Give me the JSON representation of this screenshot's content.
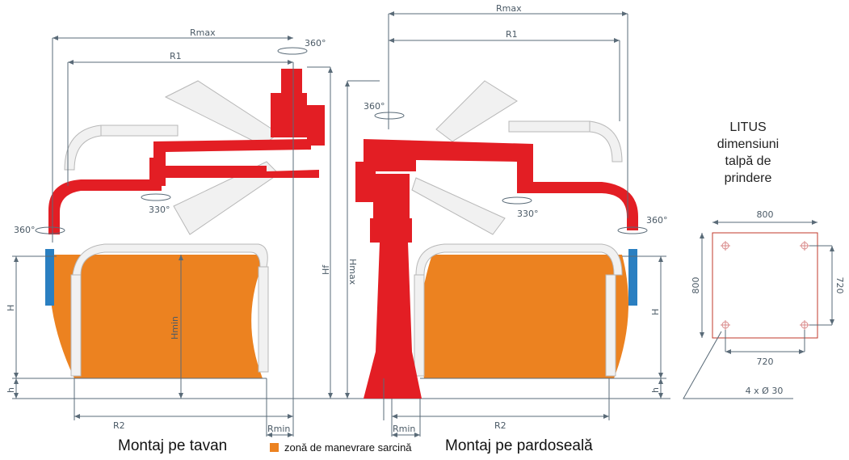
{
  "colors": {
    "machine": "#e31e24",
    "load_zone": "#ec8220",
    "dimension": "#5a6b78",
    "hose": "#2a7fc1"
  },
  "left": {
    "rmax": "Rmax",
    "r1": "R1",
    "rot_top": "360°",
    "rot_mid": "330°",
    "rot_end": "360°",
    "hf": "Hf",
    "hmax": "Hmax",
    "hmin": "Hmin",
    "h_upper": "H",
    "h_lower": "h",
    "r2": "R2",
    "rmin": "Rmin"
  },
  "right": {
    "rmax": "Rmax",
    "r1": "R1",
    "rot_top": "360°",
    "rot_mid": "330°",
    "rot_end": "360°",
    "h_upper": "H",
    "h_lower": "h",
    "r2": "R2",
    "rmin": "Rmin"
  },
  "base_plate": {
    "title_lines": [
      "LITUS",
      "dimensiuni",
      "talpă de",
      "prindere"
    ],
    "width": "800",
    "height": "800",
    "hole_spacing_x": "720",
    "hole_spacing_y": "720",
    "holes": "4 x Ø 30"
  },
  "captions": {
    "ceiling": "Montaj pe tavan",
    "legend": "zonă de manevrare sarcină",
    "floor": "Montaj pe pardoseală"
  }
}
